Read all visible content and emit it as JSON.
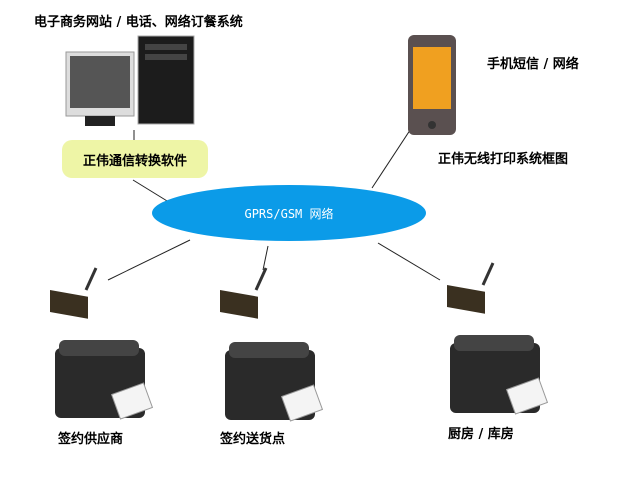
{
  "title": "正伟无线打印系统框图",
  "nodes": {
    "pc": "电子商务网站 / 电话、网络订餐系统",
    "phone": "手机短信 / 网络",
    "software": "正伟通信转换软件",
    "network": "GPRS/GSM 网络",
    "printers": [
      "签约供应商",
      "签约送货点",
      "厨房 / 库房"
    ]
  },
  "colors": {
    "network": "#0b9be8",
    "software": "#eef5a6"
  }
}
